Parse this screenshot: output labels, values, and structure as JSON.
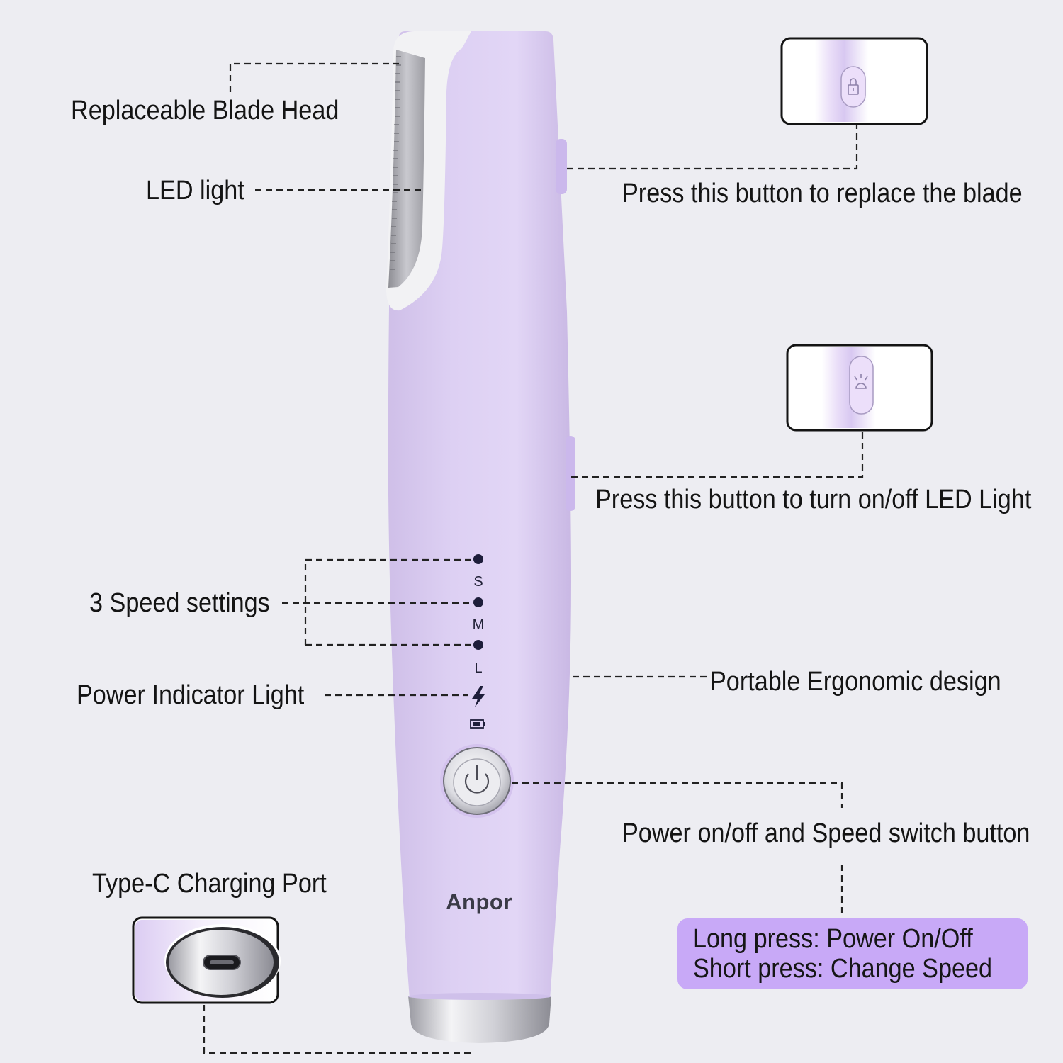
{
  "brand": "Anpor",
  "labels": {
    "blade_head": "Replaceable Blade Head",
    "led_light": "LED light",
    "replace_blade": "Press this button to replace the blade",
    "led_toggle": "Press this button to turn on/off LED Light",
    "speed_settings": "3 Speed settings",
    "power_indicator": "Power Indicator Light",
    "ergonomic": "Portable Ergonomic design",
    "power_switch": "Power on/off and Speed switch button",
    "charging_port": "Type-C Charging Port"
  },
  "speed_marks": [
    "S",
    "M",
    "L"
  ],
  "callout": {
    "line1": "Long press: Power On/Off",
    "line2": "Short press: Change Speed"
  },
  "icons": [
    "lock-icon",
    "led-light-icon",
    "lightning-icon",
    "battery-icon",
    "power-icon",
    "usb-c-port-icon"
  ],
  "colors": {
    "body": "#dbcdf1",
    "callout": "#c8a9f7",
    "background": "#ededf2"
  }
}
